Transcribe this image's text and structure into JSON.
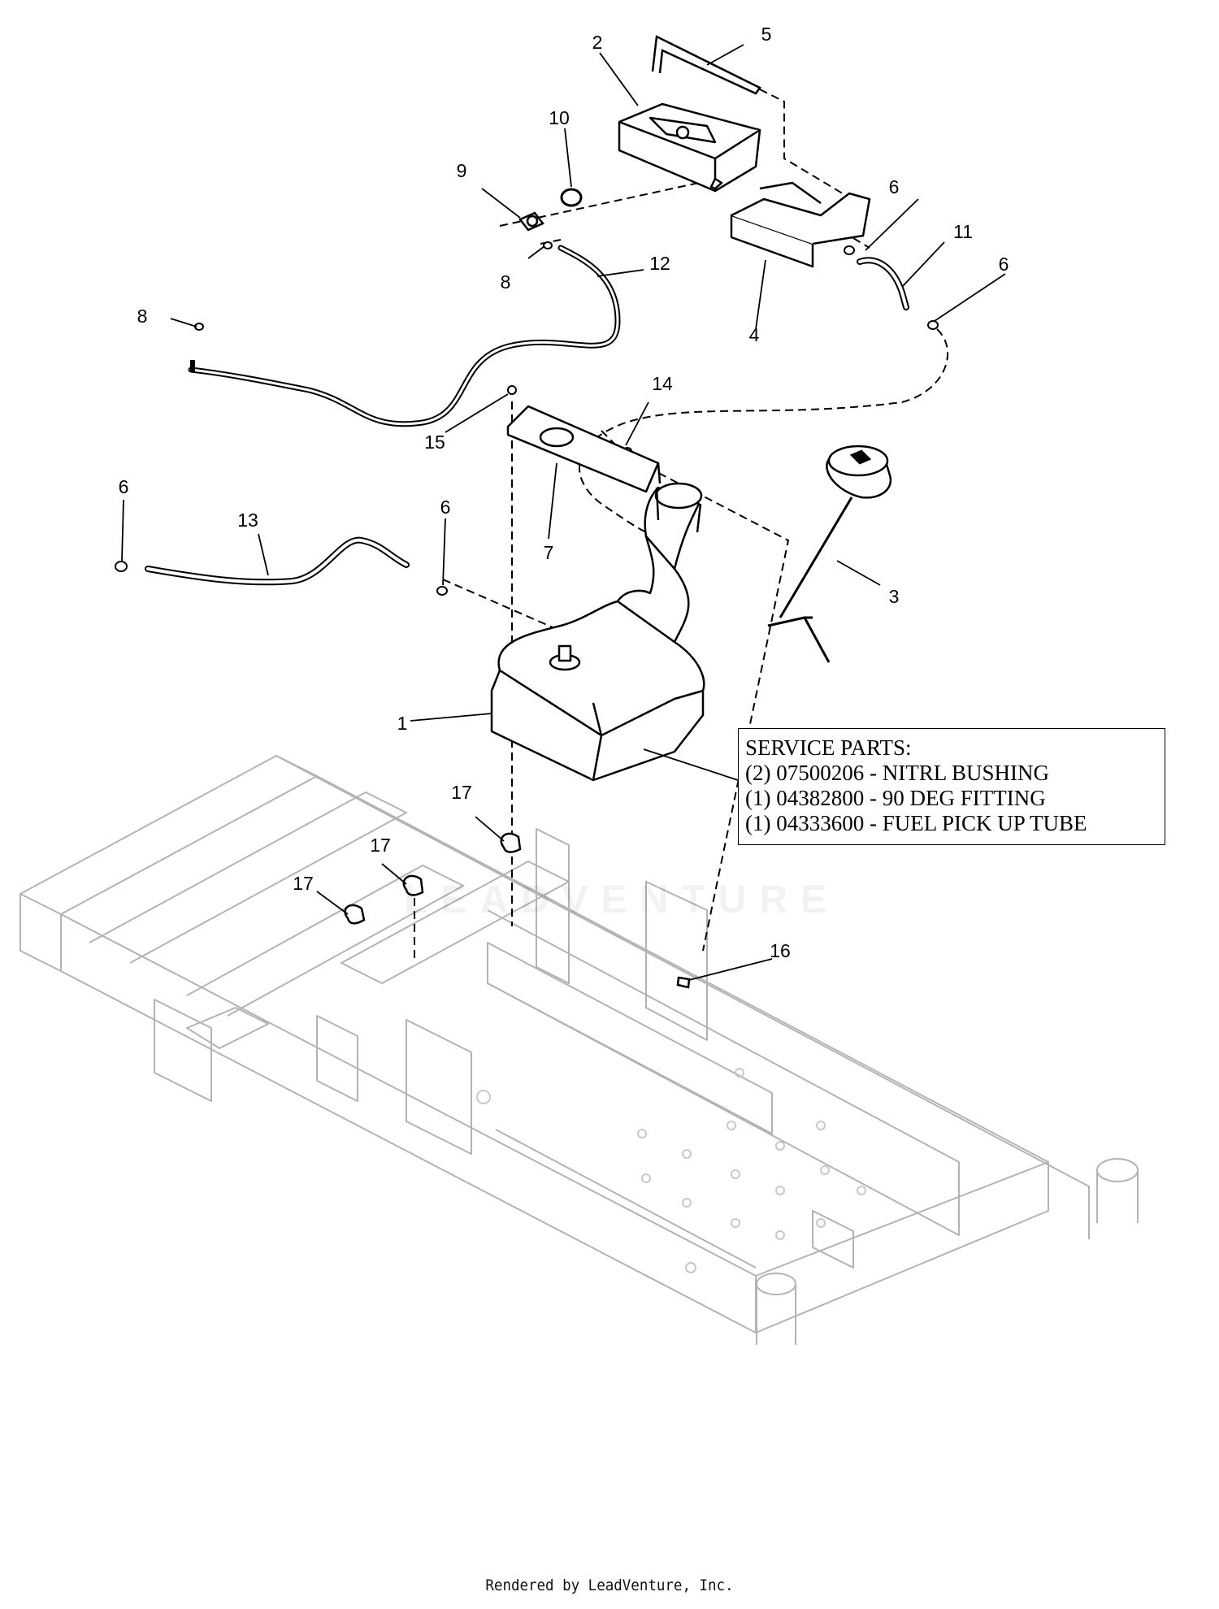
{
  "callouts": {
    "c1": "1",
    "c2": "2",
    "c3": "3",
    "c4": "4",
    "c5": "5",
    "c6a": "6",
    "c6b": "6",
    "c6c": "6",
    "c6d": "6",
    "c7": "7",
    "c8a": "8",
    "c8b": "8",
    "c9": "9",
    "c10": "10",
    "c11": "11",
    "c12": "12",
    "c13": "13",
    "c14": "14",
    "c15": "15",
    "c16": "16",
    "c17a": "17",
    "c17b": "17",
    "c17c": "17"
  },
  "service_parts": {
    "title": "SERVICE PARTS:",
    "lines": [
      "(2) 07500206 - NITRL BUSHING",
      "(1) 04382800 - 90 DEG FITTING",
      "(1) 04333600 - FUEL PICK UP TUBE"
    ]
  },
  "watermark": "LEADVENTURE",
  "footer": "Rendered by LeadVenture, Inc.",
  "colors": {
    "line": "#000000",
    "frame": "#b3b3b3"
  }
}
